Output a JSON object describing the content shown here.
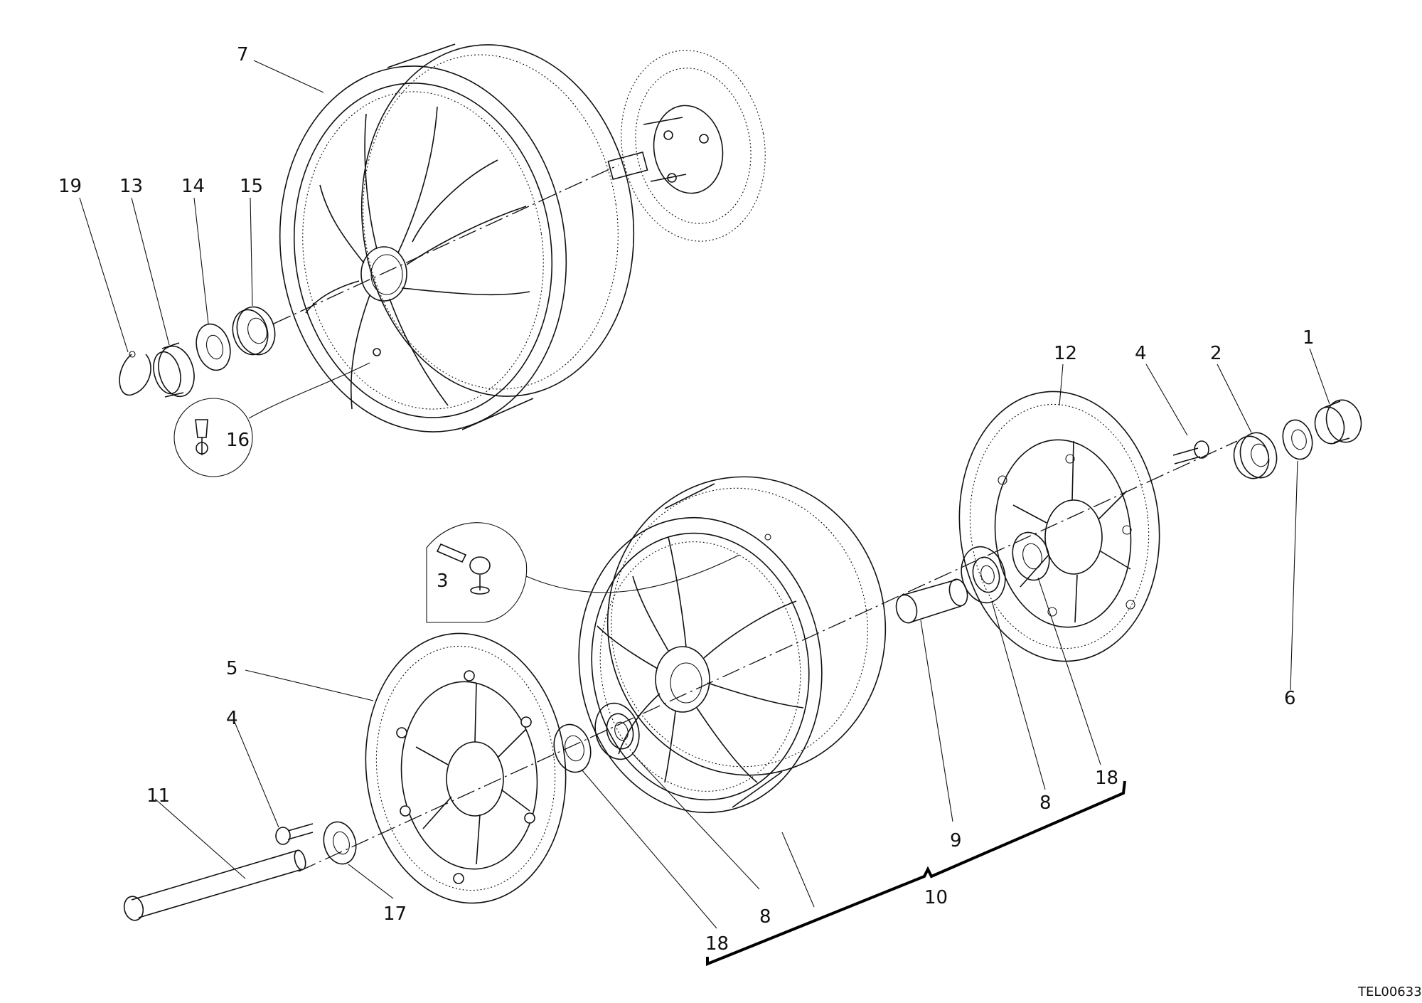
{
  "drawing_code": "TEL00633",
  "callouts": {
    "c1": "1",
    "c2": "2",
    "c3": "3",
    "c4a": "4",
    "c4b": "4",
    "c5": "5",
    "c6": "6",
    "c7": "7",
    "c8a": "8",
    "c8b": "8",
    "c9": "9",
    "c10": "10",
    "c11": "11",
    "c12": "12",
    "c13": "13",
    "c14": "14",
    "c15": "15",
    "c16": "16",
    "c17": "17",
    "c18a": "18",
    "c18b": "18",
    "c19": "19"
  }
}
